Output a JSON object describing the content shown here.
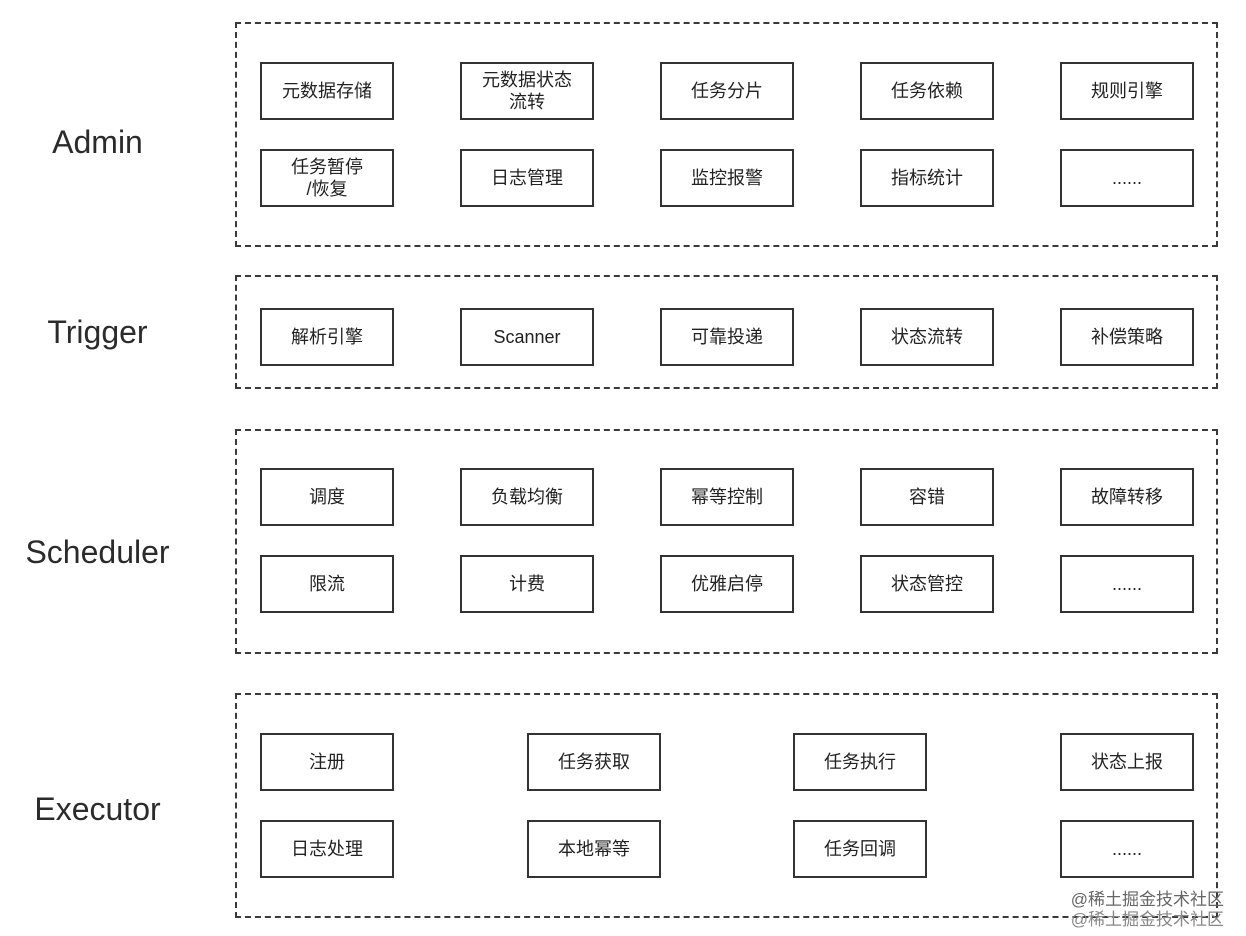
{
  "layers": {
    "admin": {
      "label": "Admin",
      "nodes": [
        "元数据存储",
        "元数据状态\n流转",
        "任务分片",
        "任务依赖",
        "规则引擎",
        "任务暂停\n/恢复",
        "日志管理",
        "监控报警",
        "指标统计",
        "......"
      ]
    },
    "trigger": {
      "label": "Trigger",
      "nodes": [
        "解析引擎",
        "Scanner",
        "可靠投递",
        "状态流转",
        "补偿策略"
      ]
    },
    "scheduler": {
      "label": "Scheduler",
      "nodes": [
        "调度",
        "负载均衡",
        "幂等控制",
        "容错",
        "故障转移",
        "限流",
        "计费",
        "优雅启停",
        "状态管控",
        "......"
      ]
    },
    "executor": {
      "label": "Executor",
      "nodes": [
        "注册",
        "任务获取",
        "任务执行",
        "状态上报",
        "日志处理",
        "本地幂等",
        "任务回调",
        "......"
      ]
    }
  },
  "watermark": {
    "line1": "@稀土掘金技术社区",
    "line2": "@稀土掘金技术社区"
  }
}
